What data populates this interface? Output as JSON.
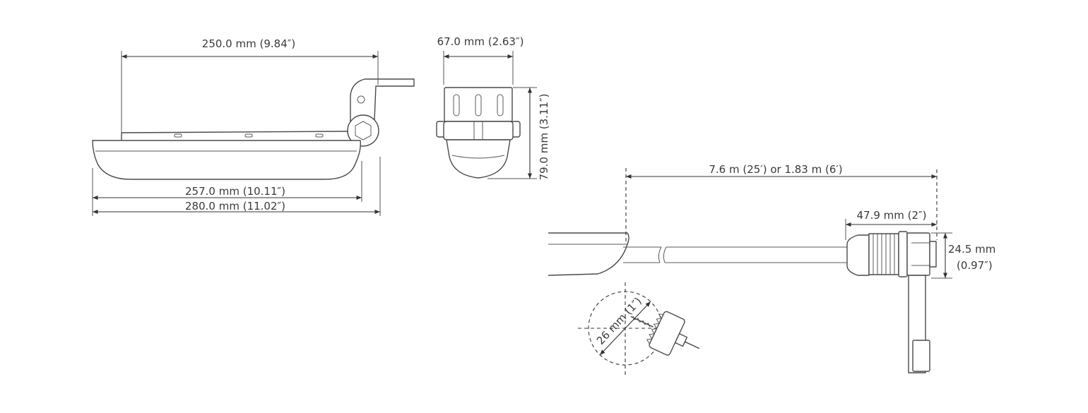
{
  "dimensions": {
    "bracket_length": "250.0 mm (9.84″)",
    "body_width": "67.0 mm (2.63″)",
    "body_height": "79.0 mm (3.11″)",
    "body_length": "257.0 mm (10.11″)",
    "overall_length": "280.0 mm (11.02″)",
    "cable_length": "7.6 m (25′) or 1.83 m (6′)",
    "connector_length": "47.9 mm (2″)",
    "connector_diameter_mm": "24.5 mm",
    "connector_diameter_in": "(0.97″)",
    "hole_diameter": "26 mm (1″)"
  },
  "colors": {
    "line": "#4a4a4a",
    "background": "#ffffff"
  }
}
